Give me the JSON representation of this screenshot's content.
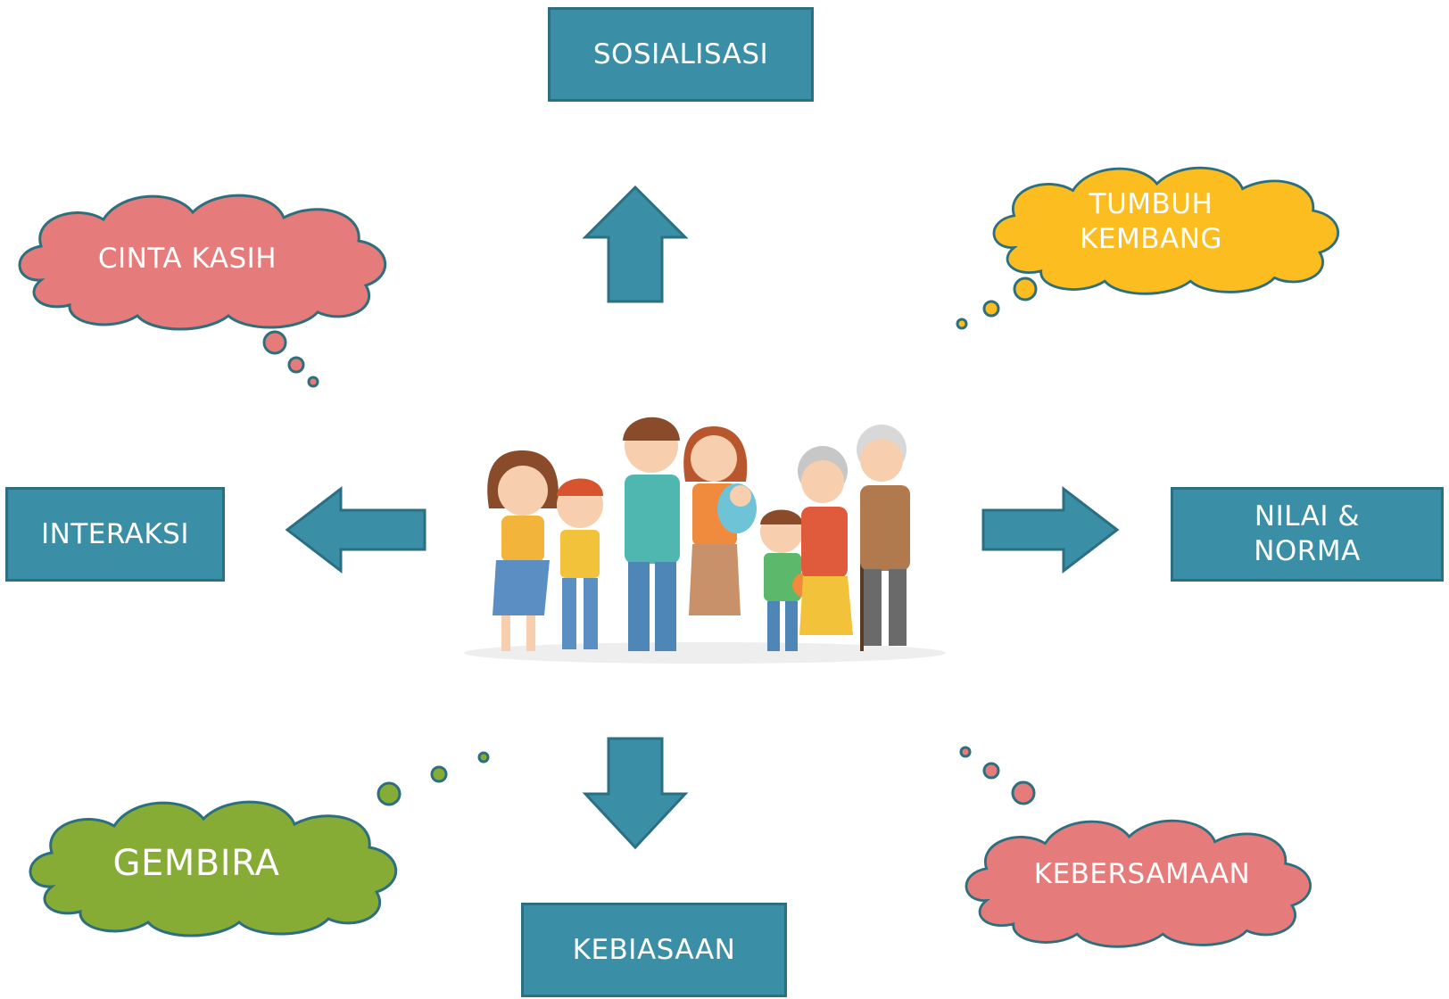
{
  "boxes": {
    "sosialisasi": "SOSIALISASI",
    "interaksi": "INTERAKSI",
    "nilai_norma": "NILAI &\nNORMA",
    "kebiasaan": "KEBIASAAN"
  },
  "clouds": {
    "cinta_kasih": "CINTA KASIH",
    "tumbuh_kembang": "TUMBUH\nKEMBANG",
    "gembira": "GEMBIRA",
    "kebersamaan": "KEBERSAMAAN"
  },
  "colors": {
    "box_fill": "#3a8fa6",
    "box_border": "#2b6f82",
    "cloud_pink": "#e57b7b",
    "cloud_yellow": "#fbbd1f",
    "cloud_green": "#86ac36",
    "cloud_outline": "#2e6f7e"
  },
  "center_image": "family-illustration"
}
